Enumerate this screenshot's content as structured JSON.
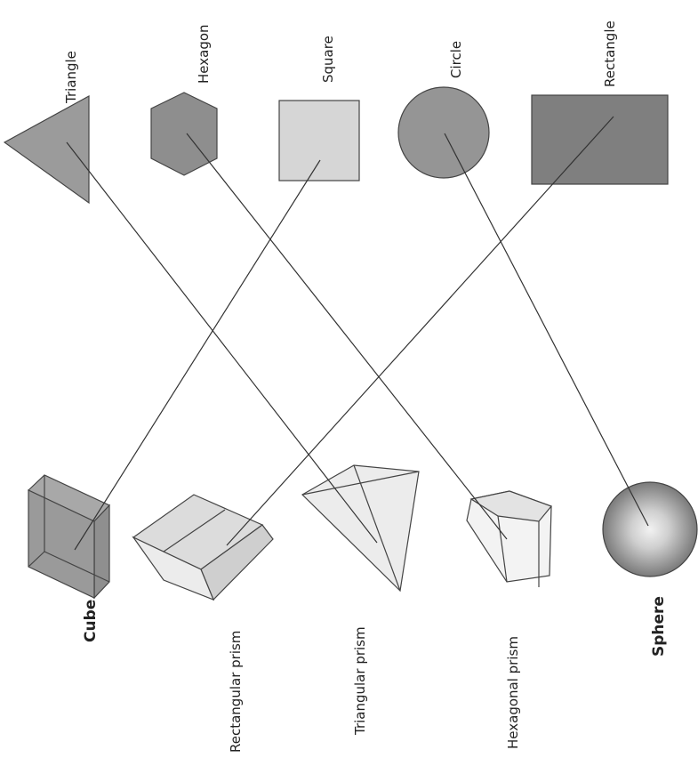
{
  "shapes_2d": [
    {
      "id": "triangle",
      "label": "Triangle"
    },
    {
      "id": "hexagon",
      "label": "Hexagon"
    },
    {
      "id": "square",
      "label": "Square"
    },
    {
      "id": "circle",
      "label": "Circle"
    },
    {
      "id": "rectangle",
      "label": "Rectangle"
    }
  ],
  "shapes_3d": [
    {
      "id": "cube",
      "label": "Cube"
    },
    {
      "id": "rectangular_prism",
      "label": "Rectangular prism"
    },
    {
      "id": "triangular_prism",
      "label": "Triangular prism"
    },
    {
      "id": "hexagonal_prism",
      "label": "Hexagonal prism"
    },
    {
      "id": "sphere",
      "label": "Sphere"
    }
  ],
  "matches": [
    {
      "from": "Triangle",
      "to": "Triangular prism"
    },
    {
      "from": "Hexagon",
      "to": "Hexagonal prism"
    },
    {
      "from": "Square",
      "to": "Cube"
    },
    {
      "from": "Circle",
      "to": "Sphere"
    },
    {
      "from": "Rectangle",
      "to": "Rectangular prism"
    }
  ],
  "colors": {
    "dark_fill": "#8a8a8a",
    "medium_fill": "#a9a9a9",
    "light_fill": "#d9d9d9",
    "pale_fill": "#efefef",
    "line": "#333333"
  }
}
